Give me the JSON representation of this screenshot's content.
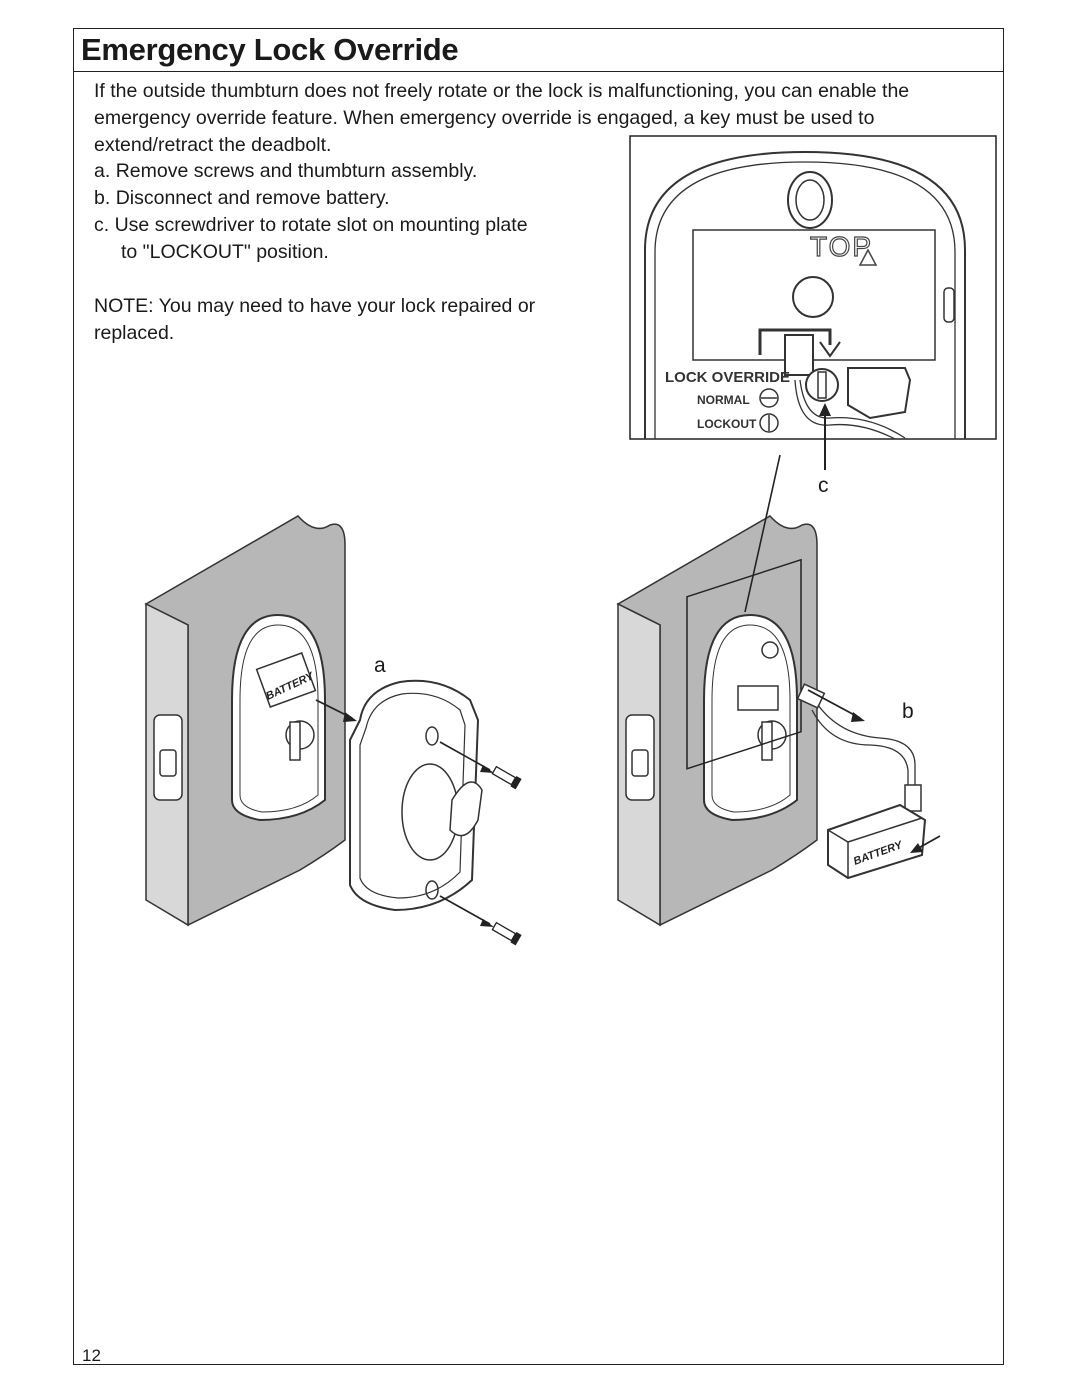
{
  "title": "Emergency Lock Override",
  "intro": "If the outside thumbturn does not freely rotate or the lock is malfunctioning, you can enable the emergency override feature. When emergency override is engaged, a key must be used to extend/retract the deadbolt.",
  "steps": [
    {
      "letter": "a.",
      "text": "Remove screws and thumbturn assembly."
    },
    {
      "letter": "b.",
      "text": "Disconnect and remove battery."
    },
    {
      "letter": "c.",
      "text": "Use screwdriver to rotate slot on mounting plate",
      "text2": "to \"LOCKOUT\" position."
    }
  ],
  "note": "NOTE: You may need to have your lock repaired or replaced.",
  "figure": {
    "callout_a": "a",
    "callout_b": "b",
    "callout_c": "c",
    "detail_top": "TOP",
    "detail_override": "LOCK OVERRIDE",
    "detail_normal": "NORMAL",
    "detail_lockout": "LOCKOUT",
    "battery_label": "BATTERY",
    "battery_label_2": "BATTERY"
  },
  "page_number": "12"
}
